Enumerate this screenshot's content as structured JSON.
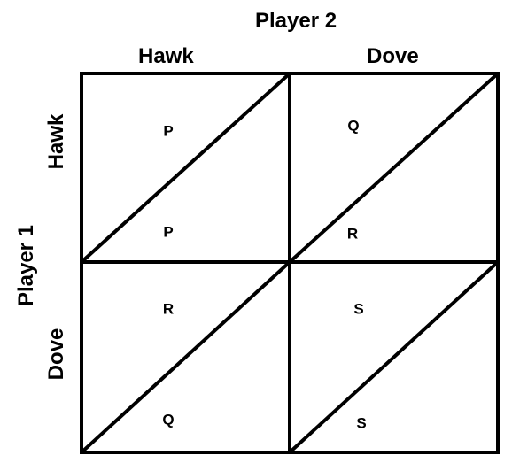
{
  "player2": {
    "title": "Player 2",
    "strategies": [
      "Hawk",
      "Dove"
    ]
  },
  "player1": {
    "title": "Player 1",
    "strategies": [
      "Hawk",
      "Dove"
    ]
  },
  "payoffs": {
    "hawk_hawk": {
      "top": "P",
      "bottom": "P"
    },
    "hawk_dove": {
      "top": "Q",
      "bottom": "R"
    },
    "dove_hawk": {
      "top": "R",
      "bottom": "Q"
    },
    "dove_dove": {
      "top": "S",
      "bottom": "S"
    }
  },
  "colors": {
    "line": "#000000",
    "background": "#ffffff"
  }
}
